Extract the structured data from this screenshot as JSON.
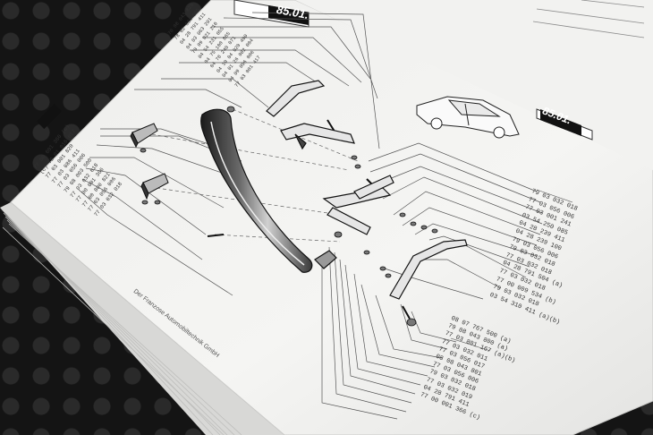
{
  "page_header": {
    "section_code_left": "85.01.",
    "section_code_right": "85.01."
  },
  "footer": {
    "publisher": "Der Franzose Automobiltechnik GmbH"
  },
  "part_numbers_right": [
    "79 03 032 018",
    "77 03 056 006",
    "77 03 001 241",
    "03 54 250 085",
    "04 28 239 411",
    "04 28 239 100",
    "79 03 056 006",
    "79 03 032 018",
    "77 03 032 018",
    "04 28 791 504 (a)",
    "77 03 032 018",
    "77 00 009 534 (b)",
    "79 03 032 018",
    "03 54 310 411 (a)(b)"
  ],
  "part_numbers_bottom": [
    "08 07 767 500 (a)",
    "79 08 043 800 (a)",
    "77 03 801 167 (a)(b)",
    "77 03 032 011",
    "77 03 056 017",
    "08 08 043 801",
    "77 03 056 006",
    "79 03 032 018",
    "77 03 032 019",
    "04 28 791 411",
    "77 00 001 366 (c)"
  ],
  "part_numbers_left": [
    "77 00 001 366 (c)",
    "(c) 79 01 016 017",
    "77 03 001 820",
    "77 03 086 411",
    "77 03 056 006",
    "79 08 003 500",
    "77 03 032 018",
    "77 00 001 366",
    "77 00 800 821",
    "77 03 056 006",
    "77 03 032 018"
  ],
  "part_numbers_top": [
    "70 08 043 820",
    "78 02 031 005",
    "04 28 791 411",
    "04 03 063 201",
    "70 09 021 210",
    "04 54 231 055",
    "04 75 100 865",
    "04 78 240 071",
    "04 19 04 020 400",
    "04 01 26 082 004",
    "04 09 056 006",
    "77 03 001 417"
  ]
}
